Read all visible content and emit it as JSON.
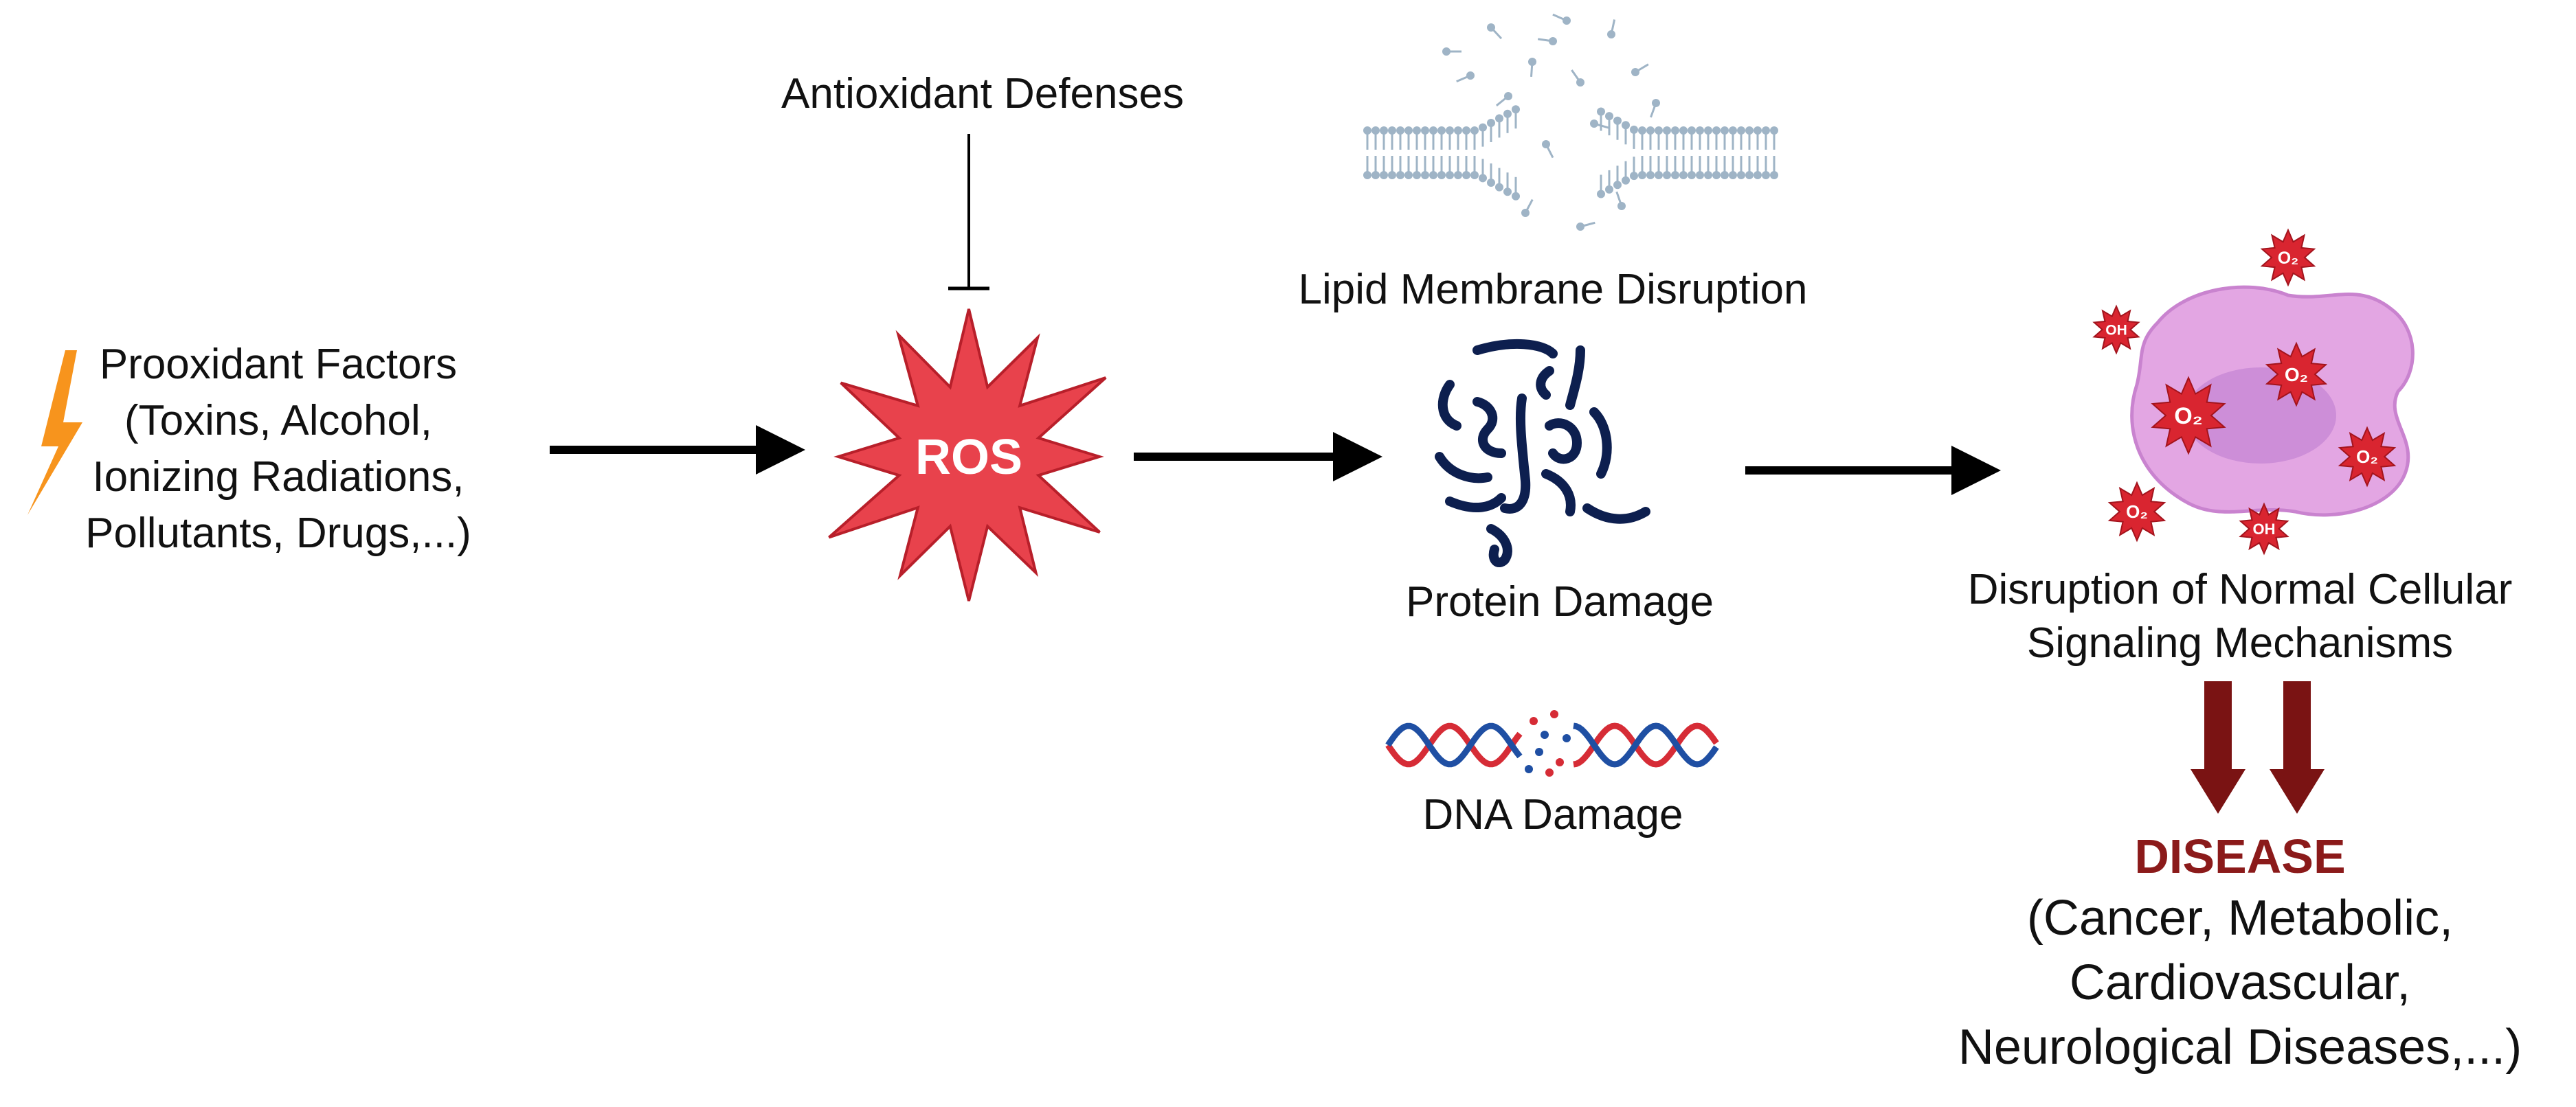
{
  "labels": {
    "prooxidant": [
      "Prooxidant Factors",
      "(Toxins, Alcohol,",
      "Ionizing Radiations,",
      "Pollutants, Drugs,...)"
    ],
    "antioxidant": "Antioxidant Defenses",
    "ros": "ROS",
    "lipid": "Lipid Membrane Disruption",
    "protein": "Protein Damage",
    "dna": "DNA Damage",
    "signaling": [
      "Disruption of Normal Cellular",
      "Signaling Mechanisms"
    ],
    "disease_title": "DISEASE",
    "disease_list": [
      "(Cancer, Metabolic,",
      "Cardiovascular,",
      "Neurological Diseases,...)"
    ]
  },
  "radical_labels": {
    "o2": "O₂",
    "oh": "OH"
  },
  "colors": {
    "lightning": "#f7941d",
    "ros_star": "#e8424c",
    "ros_star_stroke": "#b81f2a",
    "protein": "#0d1f4f",
    "dna_red": "#d62c36",
    "dna_blue": "#1f4fa3",
    "membrane": "#9fb4c6",
    "cell": "#e3a6e3",
    "nucleus": "#c98ad6",
    "radical": "#d92530",
    "disease_arrow": "#7a1313",
    "arrow": "#000000"
  }
}
